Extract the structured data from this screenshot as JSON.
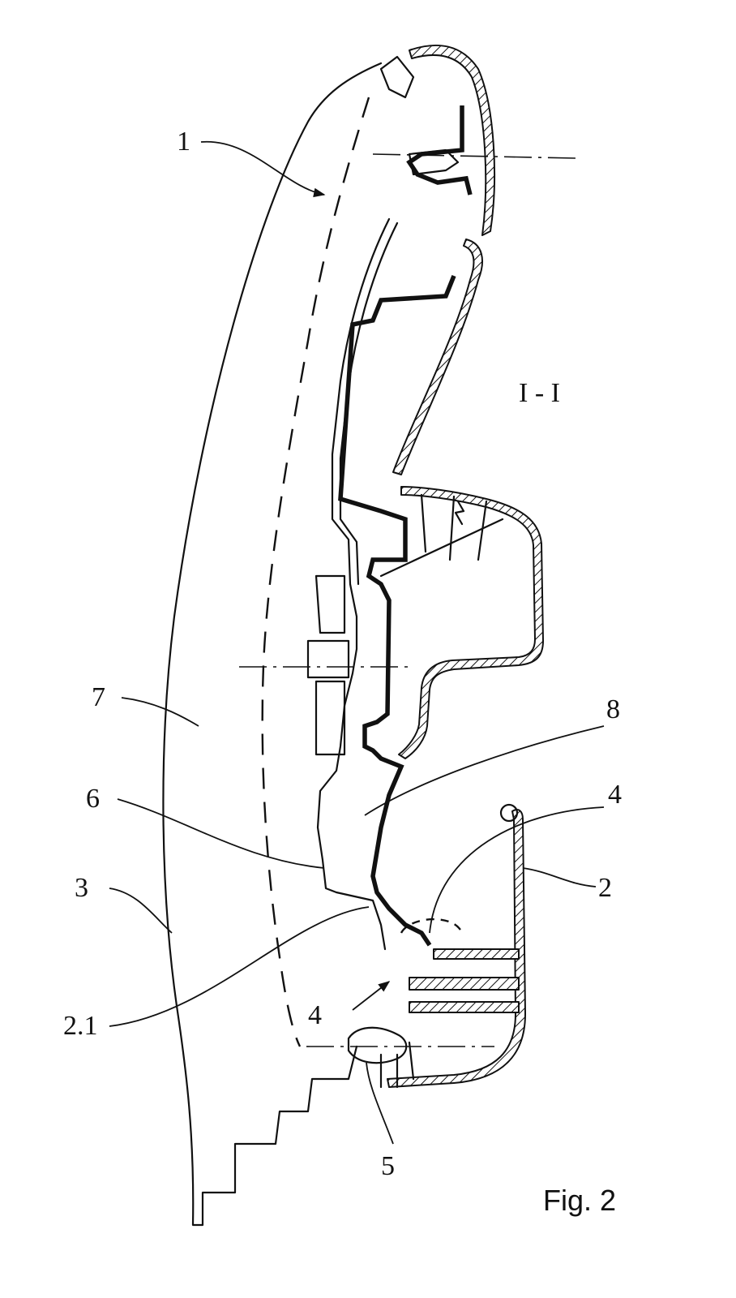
{
  "section_label": "I - I",
  "figure_caption": "Fig. 2",
  "reference_numerals": [
    {
      "id": "n1",
      "text": "1"
    },
    {
      "id": "n7",
      "text": "7"
    },
    {
      "id": "n8",
      "text": "8"
    },
    {
      "id": "n6",
      "text": "6"
    },
    {
      "id": "n4a",
      "text": "4"
    },
    {
      "id": "n2",
      "text": "2"
    },
    {
      "id": "n3",
      "text": "3"
    },
    {
      "id": "n21",
      "text": "2.1"
    },
    {
      "id": "n4b",
      "text": "4"
    },
    {
      "id": "n5",
      "text": "5"
    }
  ]
}
